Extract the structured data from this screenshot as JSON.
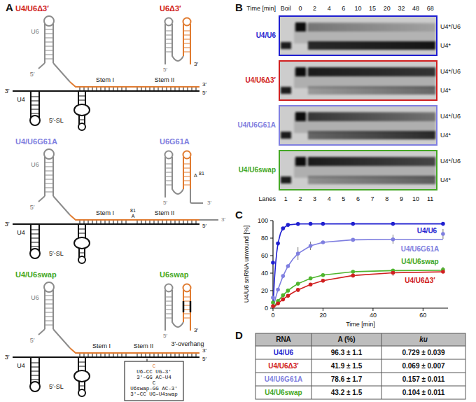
{
  "diagram": {
    "nodes": [
      {
        "text": [
          "U4/U6"
        ]
      },
      {
        "text": [
          "U4/U6Δ3′"
        ]
      },
      {
        "text": [
          "U4/U6G61A"
        ]
      },
      {
        "text": [
          "U4/U6swap"
        ]
      }
    ],
    "labels": [
      "A",
      "B",
      "C",
      "D",
      "U4/U6Δ3′",
      "U6",
      "5′",
      "3′",
      "U4",
      "Stem I",
      "Stem II",
      "3′",
      "5′",
      "5′-SL",
      "U6Δ3′",
      "3′",
      "5′",
      "U4/U6G61A",
      "U6",
      "5′",
      "3′",
      "U4",
      "Stem I",
      "Stem II",
      "81",
      "A",
      "3′",
      "5′",
      "5′-SL",
      "U6G61A",
      "A",
      "81",
      "5′",
      "3′",
      "U4/U6swap",
      "U6",
      "5′",
      "3′",
      "U4",
      "Stem I",
      "Stem II",
      "3′-overhang",
      "3′",
      "5′",
      "5′-SL",
      "U6swap",
      "3′",
      "5′",
      "C",
      "U6–CC UG–3′",
      "3′–GG AC–U4",
      "C",
      "U6swap–GG AC–3′",
      "3′–CC UG–U4swap",
      "Time [min]",
      "Boil",
      "0",
      "2",
      "4",
      "6",
      "10",
      "15",
      "20",
      "32",
      "48",
      "68",
      "U4*/U6",
      "U4*",
      "U4*/U6",
      "U4*",
      "U4*/U6",
      "U4*",
      "U4*/U6",
      "U4*",
      "Lanes",
      "1",
      "2",
      "3",
      "4",
      "5",
      "6",
      "7",
      "8",
      "9",
      "10",
      "11",
      "U4/U6 snRNA unwound [%]",
      "0",
      "20",
      "40",
      "60",
      "80",
      "100",
      "0",
      "20",
      "40",
      "60",
      "Time [min]",
      "U4/U6",
      "U4/U6G61A",
      "U4/U6swap",
      "U4/U6Δ3′",
      "RNA",
      "A (%)",
      "ku",
      "U4/U6",
      "96.3 ± 1.1",
      "0.729 ± 0.039",
      "U4/U6Δ3′",
      "41.9 ± 1.5",
      "0.069 ± 0.007",
      "U4/U6G61A",
      "78.6 ± 1.7",
      "0.157 ± 0.011",
      "U4/U6swap",
      "43.2 ± 1.5",
      "0.104 ± 0.011"
    ]
  }
}
